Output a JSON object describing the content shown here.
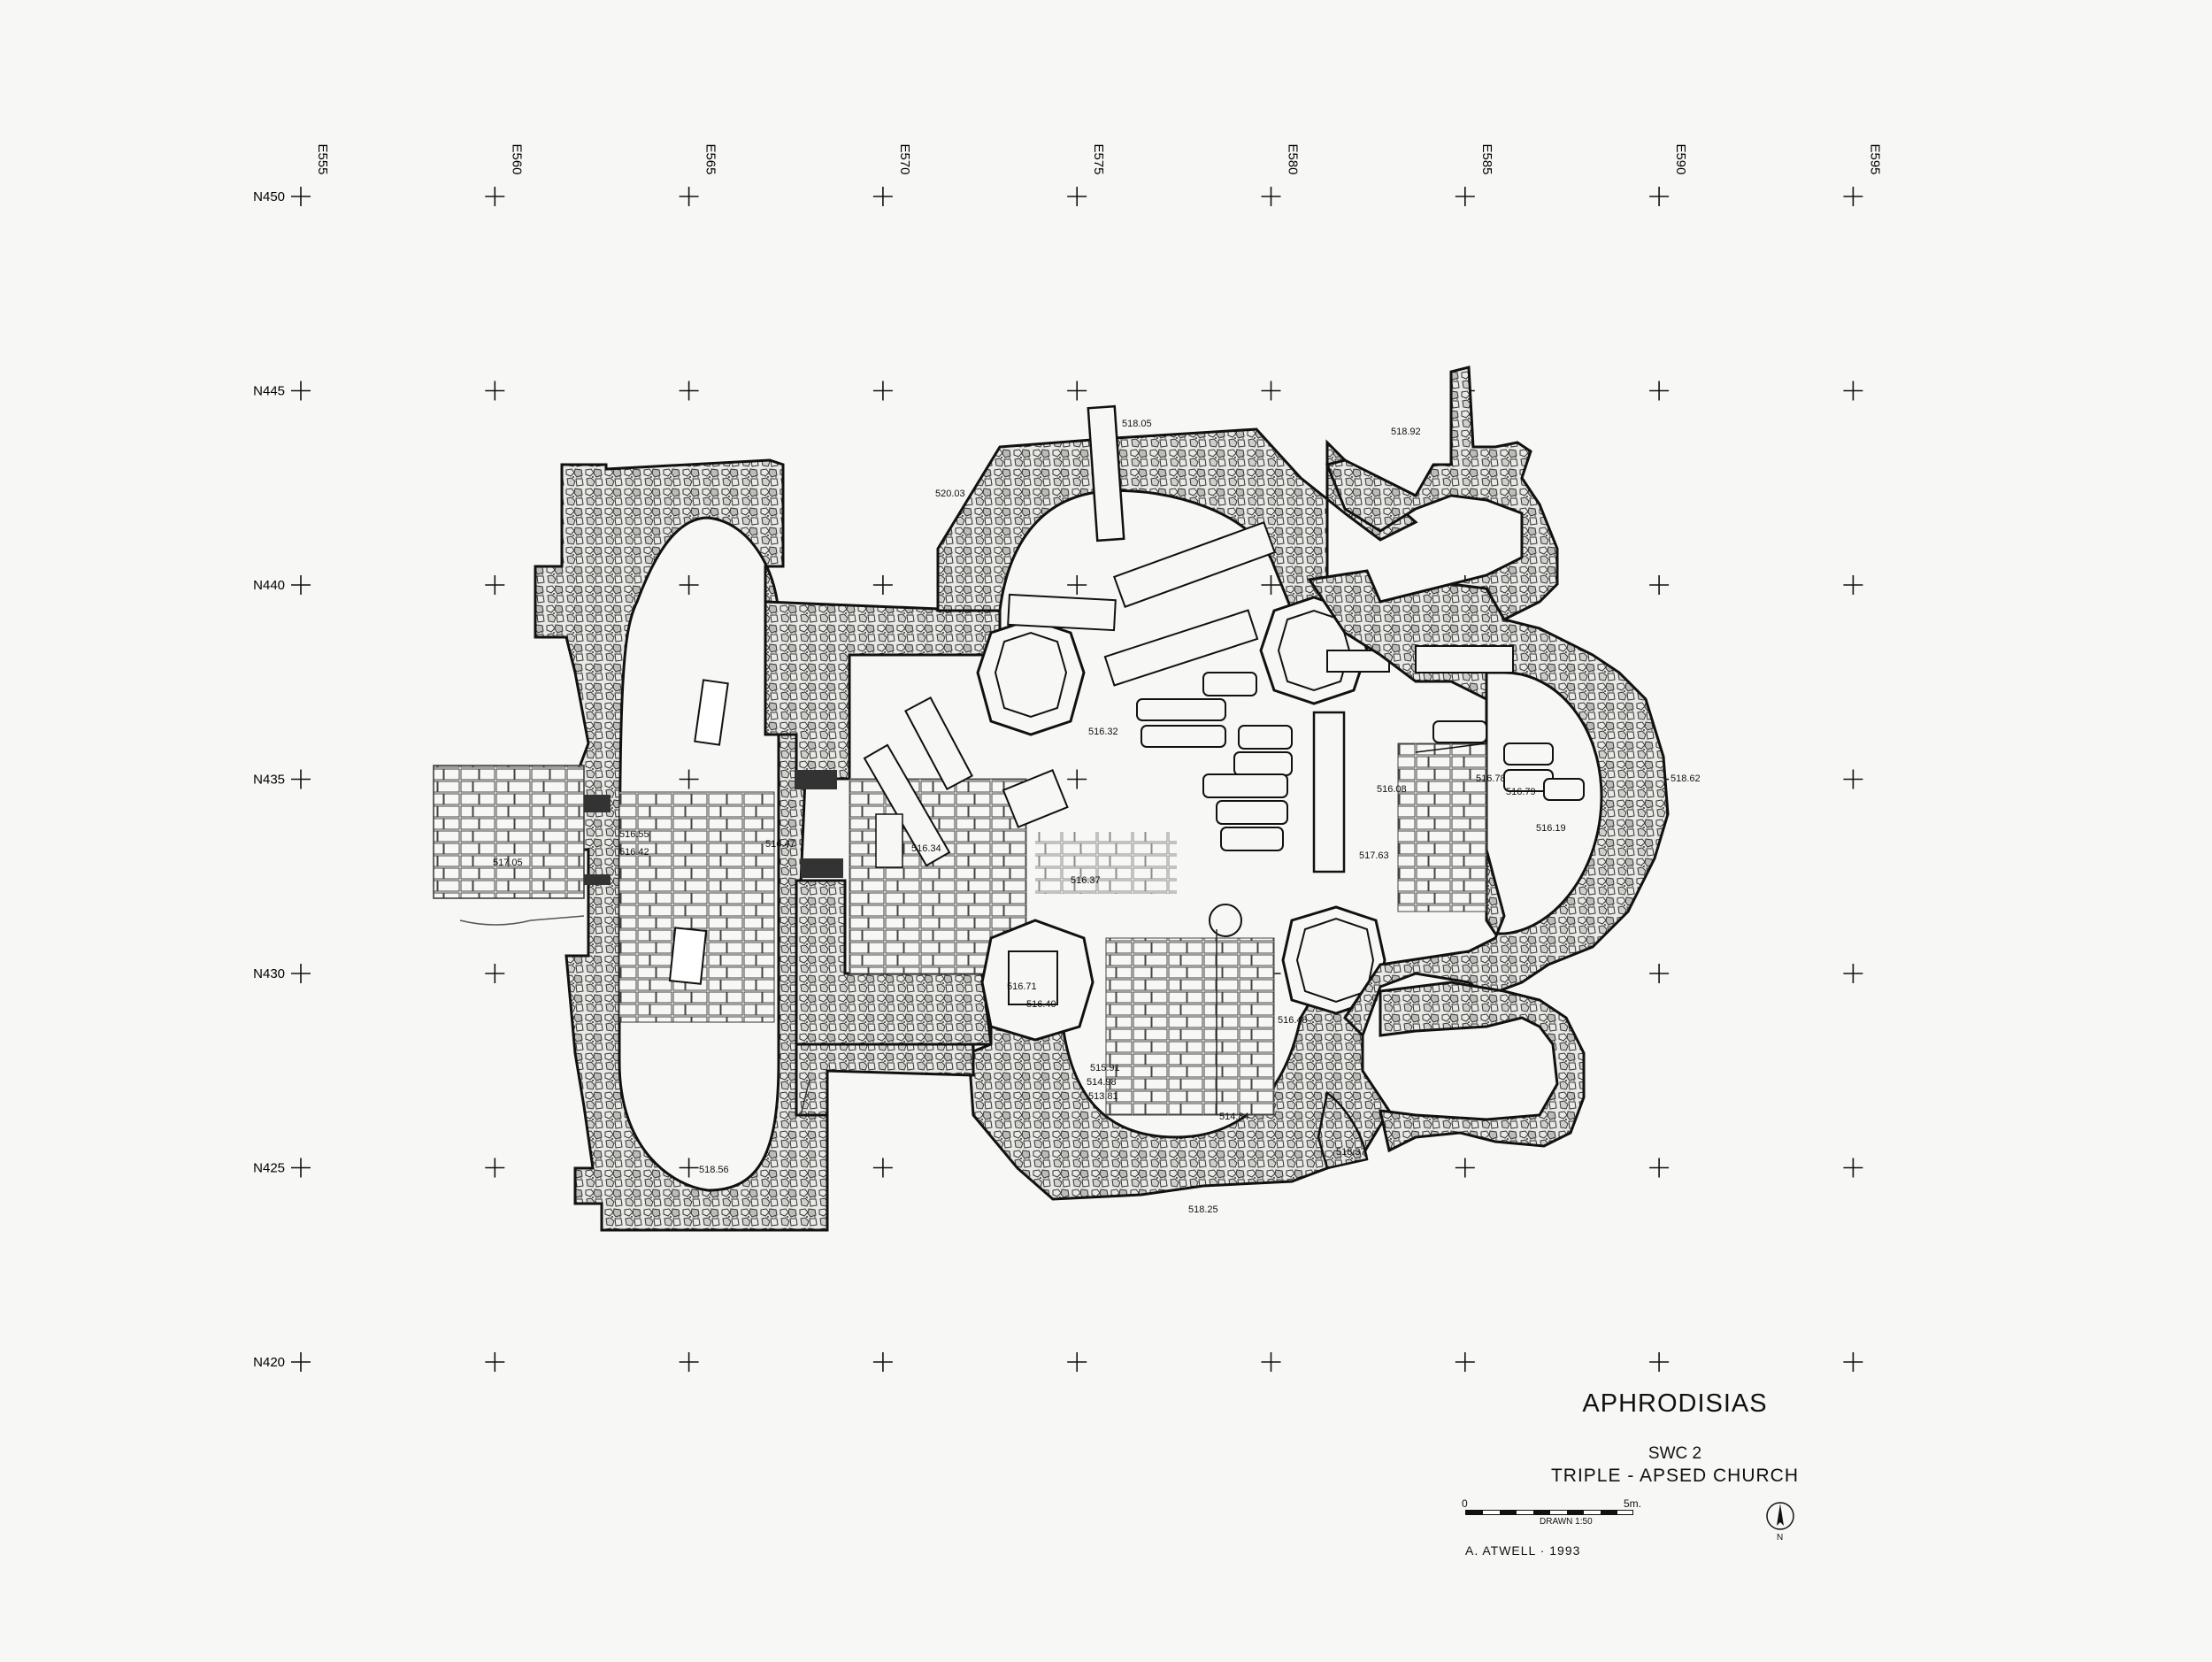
{
  "grid": {
    "eastings": [
      "E555",
      "E560",
      "E565",
      "E570",
      "E575",
      "E580",
      "E585",
      "E590",
      "E595"
    ],
    "northings": [
      "N450",
      "N445",
      "N440",
      "N435",
      "N430",
      "N425",
      "N420"
    ]
  },
  "elevations": [
    "518.05",
    "518.92",
    "520.03",
    "516.32",
    "518.62",
    "516.78",
    "516.79",
    "516.08",
    "516.19",
    "516.55",
    "516.42",
    "517.05",
    "516.47",
    "516.34",
    "516.37",
    "517.63",
    "516.71",
    "516.40",
    "516.48",
    "515.91",
    "514.98",
    "513.81",
    "514.84",
    "518.37",
    "518.56",
    "518.25"
  ],
  "title_block": {
    "site": "APHRODISIAS",
    "code": "SWC 2",
    "building": "TRIPLE - APSED CHURCH",
    "scale_start": "0",
    "scale_end": "5m.",
    "scale_note": "DRAWN 1:50",
    "author": "A. ATWELL · 1993",
    "north": "N"
  },
  "colors": {
    "ink": "#111111",
    "paper": "#f7f7f5",
    "rubble": "#8a8a86"
  },
  "icons": [
    "north-arrow-icon",
    "grid-cross-icon"
  ]
}
